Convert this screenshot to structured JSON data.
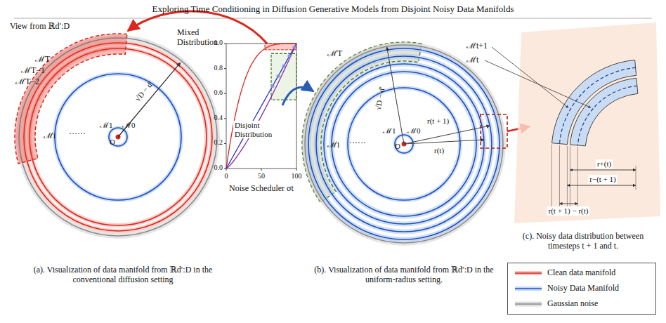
{
  "diagram": {
    "title": "Exploring Time Conditioning in Diffusion Generative Models from Disjoint Noisy Data Manifolds",
    "labels": [
      "View from ℝd′:D",
      "Mixed Distribution",
      "ℳT",
      "ℳT−1",
      "ℳT−2",
      "ℳi",
      "……",
      "ℳ1",
      "ℳ0",
      "O",
      "√D − d′",
      "0.0",
      "0.2",
      "0.4",
      "0.6",
      "0.8",
      "1.0",
      "0",
      "50",
      "100",
      "Disjoint Distribution",
      "Noise Scheduler σt",
      "(a). Visualization of data manifold from ℝd′:D in the conventional diffusion setting",
      "ℳT",
      "ℳt+1",
      "ℳt",
      "ℳi",
      "……",
      "ℳ1",
      "ℳ0",
      "O",
      "√D − d′",
      "r(t + 1)",
      "r(t)",
      "r+(t)",
      "r−(t + 1)",
      "r(t + 1) − r(t)",
      "(c). Noisy data distribution between timesteps t + 1 and t.",
      "(b). Visualization of data manifold from ℝd′:D in the uniform-radius setting."
    ],
    "legend": [
      {
        "text": "Clean data manifold"
      },
      {
        "text": "Noisy Data Manifold"
      },
      {
        "text": "Gaussian noise"
      }
    ]
  }
}
